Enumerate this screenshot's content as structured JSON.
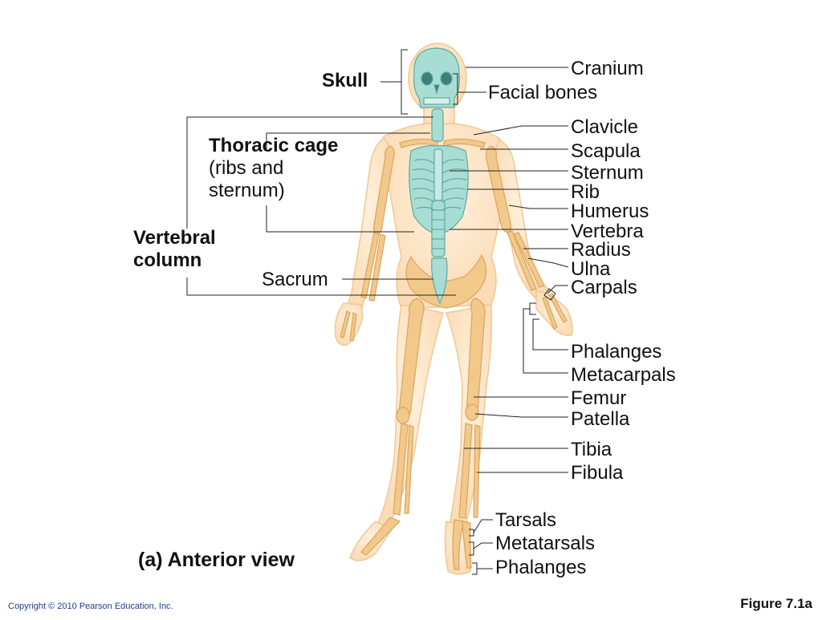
{
  "labels_right": {
    "cranium": "Cranium",
    "facial_bones": "Facial bones",
    "clavicle": "Clavicle",
    "scapula": "Scapula",
    "sternum": "Sternum",
    "rib": "Rib",
    "humerus": "Humerus",
    "vertebra": "Vertebra",
    "radius": "Radius",
    "ulna": "Ulna",
    "carpals": "Carpals",
    "phalanges_hand": "Phalanges",
    "metacarpals": "Metacarpals",
    "femur": "Femur",
    "patella": "Patella",
    "tibia": "Tibia",
    "fibula": "Fibula",
    "tarsals": "Tarsals",
    "metatarsals": "Metatarsals",
    "phalanges_foot": "Phalanges"
  },
  "labels_left": {
    "skull": "Skull",
    "thoracic_cage": "Thoracic cage",
    "thoracic_cage_sub_1": "(ribs and",
    "thoracic_cage_sub_2": "sternum)",
    "vertebral_1": "Vertebral",
    "vertebral_2": "column",
    "sacrum": "Sacrum"
  },
  "caption": "(a) Anterior view",
  "copyright": "Copyright © 2010 Pearson Education, Inc.",
  "figure_number": "Figure 7.1a",
  "colors": {
    "skin": "#fce3c4",
    "skin_edge": "#f2c99a",
    "bone": "#f2c98b",
    "bone_edge": "#d9a45e",
    "axial": "#a8ddd3",
    "axial_edge": "#5fa99e",
    "leader": "#222222"
  }
}
